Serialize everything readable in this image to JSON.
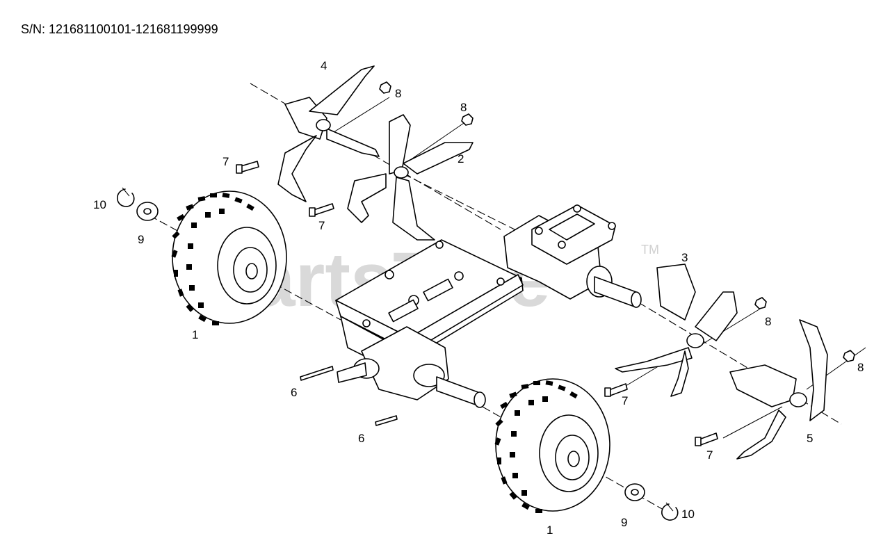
{
  "header": {
    "serial_range": "S/N: 121681100101-121681199999"
  },
  "watermark": {
    "text": "PartsTree",
    "trademark": "TM"
  },
  "callouts": {
    "wheel_left": "1",
    "wheel_right": "1",
    "tine_center": "2",
    "tine_right_inner": "3",
    "tine_left_outer": "4",
    "tine_right_outer": "5",
    "pin_left": "6",
    "pin_lower": "6",
    "bolt_upper_left": "7",
    "bolt_center": "7",
    "bolt_right": "7",
    "bolt_lower_right": "7",
    "nut_top_left": "8",
    "nut_top_center": "8",
    "nut_right": "8",
    "nut_far_right": "8",
    "washer_left": "9",
    "washer_right": "9",
    "clip_left": "10",
    "clip_right": "10"
  }
}
